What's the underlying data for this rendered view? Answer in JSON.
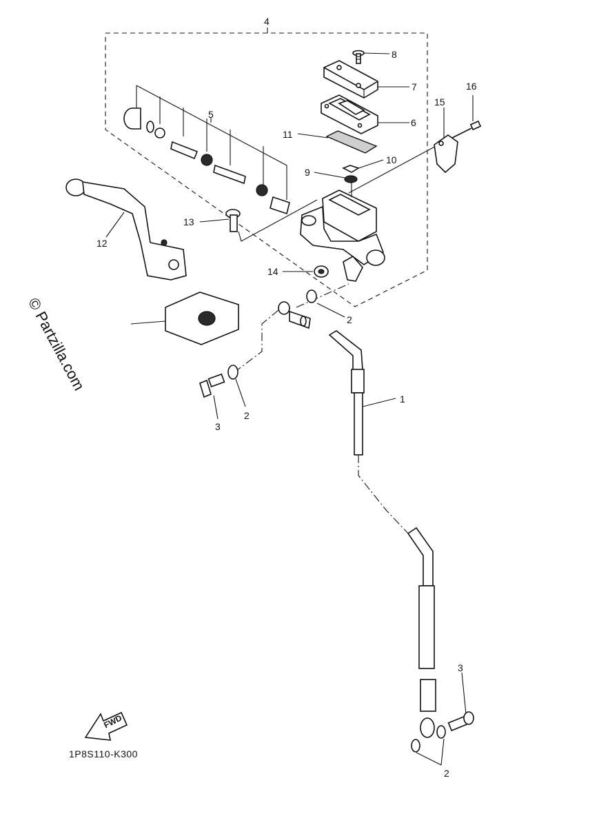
{
  "diagram": {
    "drawing_code": "1P8S110-K300",
    "watermark": "© Partzilla.com",
    "fwd_arrow_label": "FWD",
    "callouts": {
      "c1": "1",
      "c2a": "2",
      "c2b": "2",
      "c2c": "2",
      "c3a": "3",
      "c3b": "3",
      "c4": "4",
      "c5": "5",
      "c6": "6",
      "c7": "7",
      "c8": "8",
      "c9": "9",
      "c10": "10",
      "c11": "11",
      "c12": "12",
      "c13": "13",
      "c14": "14",
      "c15": "15",
      "c16": "16"
    }
  }
}
